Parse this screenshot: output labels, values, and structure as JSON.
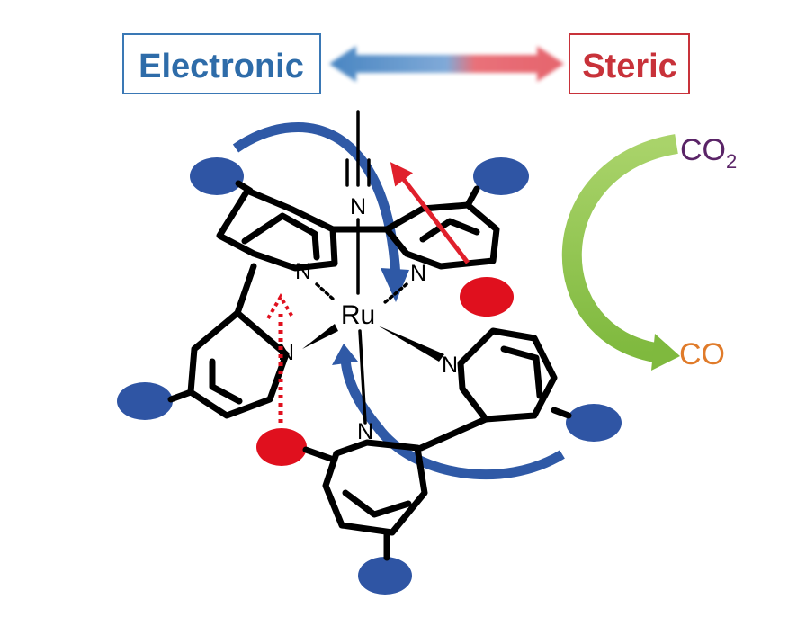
{
  "effects": {
    "electronic": "Electronic",
    "steric": "Steric",
    "electronic_color": "#2e6ca9",
    "steric_color": "#c8323a"
  },
  "reaction": {
    "reactant": "CO",
    "reactant_subscript": "2",
    "product": "CO",
    "reactant_color": "#5a2467",
    "product_color": "#e07b2a",
    "arrow_color": "#8cc152"
  },
  "molecule": {
    "metal": "Ru",
    "nitrogen": "N",
    "substituent_blue": "#2f55a4",
    "substituent_red": "#e0101e"
  }
}
